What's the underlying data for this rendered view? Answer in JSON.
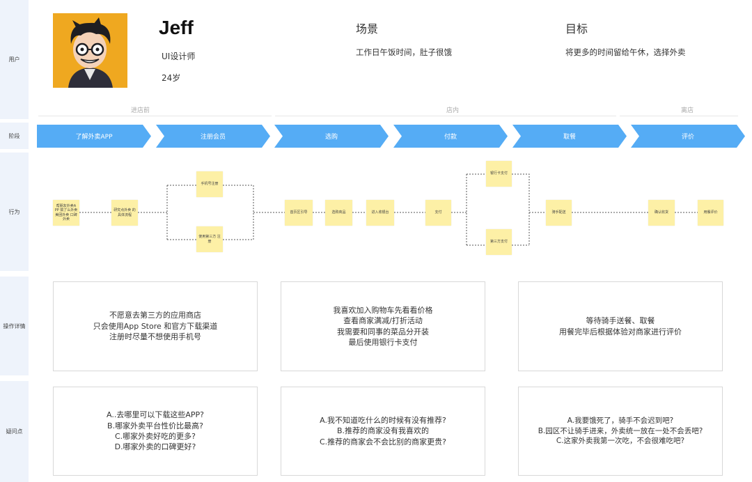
{
  "lanes": {
    "user": "用户",
    "stage": "阶段",
    "behavior": "行为",
    "detail": "操作详情",
    "question": "疑问点"
  },
  "persona": {
    "name": "Jeff",
    "role": "UI设计师",
    "age": "24岁",
    "scene_title": "场景",
    "scene_text": "工作日午饭时间，肚子很饿",
    "goal_title": "目标",
    "goal_text": "将更多的时间留给午休，选择外卖"
  },
  "segments": [
    "进店前",
    "店内",
    "离店"
  ],
  "stages": [
    "了解外卖APP",
    "注册会员",
    "选购",
    "付款",
    "取餐",
    "评价"
  ],
  "behaviors": {
    "learn": "帮朋友外卖A PP 搞了么外卖 美团外卖 口碑外卖",
    "research": "研究点外卖 的具体流程",
    "phone_register": "手机号注册",
    "thirdparty_register": "使用第三方 注册",
    "homepage": "首页区引导",
    "pick_items": "选购商品",
    "checkout": "进入收银台",
    "pay": "支付",
    "bankcard": "银行卡支付",
    "third_pay": "第三方支付",
    "rider": "骑手配送",
    "confirm": "确认收货",
    "review": "用餐评价"
  },
  "details": [
    [
      "不愿意去第三方的应用商店",
      "只会使用App Store 和官方下载渠道",
      "注册时尽量不想使用手机号"
    ],
    [
      "我喜欢加入购物车先看看价格",
      "查看商家满减/打折活动",
      "我需要和同事的菜品分开装",
      "最后使用银行卡支付"
    ],
    [
      "等待骑手送餐、取餐",
      "用餐完毕后根据体验对商家进行评价"
    ]
  ],
  "questions": [
    [
      "A..去哪里可以下载这些APP?",
      "B.哪家外卖平台性价比最高?",
      "C.哪家外卖好吃的更多?",
      "D.哪家外卖的口碑更好?"
    ],
    [
      "A.我不知道吃什么的时候有没有推荐?",
      "B.推荐的商家没有我喜欢的",
      "C.推荐的商家会不会比别的商家更贵?"
    ],
    [
      "A.我要饿死了，骑手不会迟到吧?",
      "B.园区不让骑手进来，外卖统一放在一处不会丢吧?",
      "C.这家外卖我第一次吃，不会很难吃吧?"
    ]
  ],
  "colors": {
    "stage": "#55acf5",
    "sticky": "#fdf0a6",
    "lane": "#eef3fb"
  }
}
